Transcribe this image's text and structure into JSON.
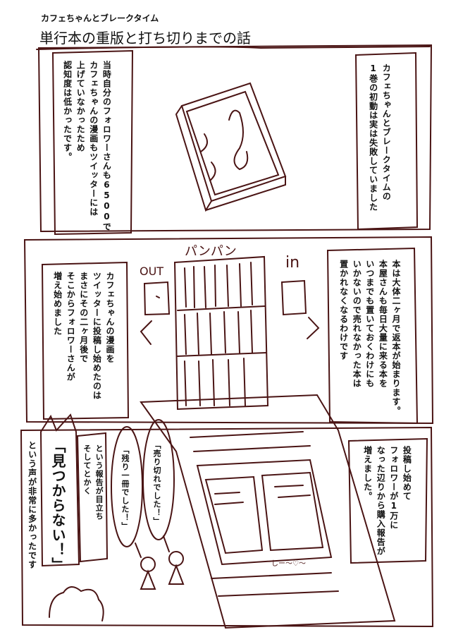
{
  "header": {
    "series_title": "カフェちゃんとブレークタイム",
    "episode_title": "単行本の重版と打ち切りまでの話"
  },
  "panel1": {
    "caption_right": "カフェちゃんとブレークタイムの\n1巻の初動は実は失敗していました",
    "caption_left": "当時自分のフォロワーさんも6500で\nカフェちゃんの漫画もツイッターには\n上げていなかったため\n認知度は低かったです。"
  },
  "panel2": {
    "sfx_pan": "パンパン",
    "sfx_out": "OUT",
    "sfx_in": "in",
    "caption_right": "本は大体二ヶ月で返本が始まります。\n本屋さんも毎日大量に来る本を\nいつまでも置いておくわけにも\nいかないので売れなかった本は\n置かれなくなるわけです",
    "caption_left": "カフェちゃんの漫画を\nツイッターに投稿し始めたのは\nまさにその二ヶ月後で\nそこからフォロワーさんが\n増え始めました"
  },
  "panel3": {
    "caption_right": "投稿し始めて\nフォロワーが1万に\nなった辺りから購入報告が\n増えました。",
    "bubble_sold_out": "「売り切れでした！」",
    "bubble_last_one": "「残り一冊でした！」",
    "narration": "という報告が目立ち\nそしてとかく",
    "shout": "「見つからない！」",
    "narration_end": "という声が非常に多かったです",
    "scribble": "しー〜♡〜"
  },
  "colors": {
    "ink": "#4a1414",
    "text": "#111111"
  }
}
